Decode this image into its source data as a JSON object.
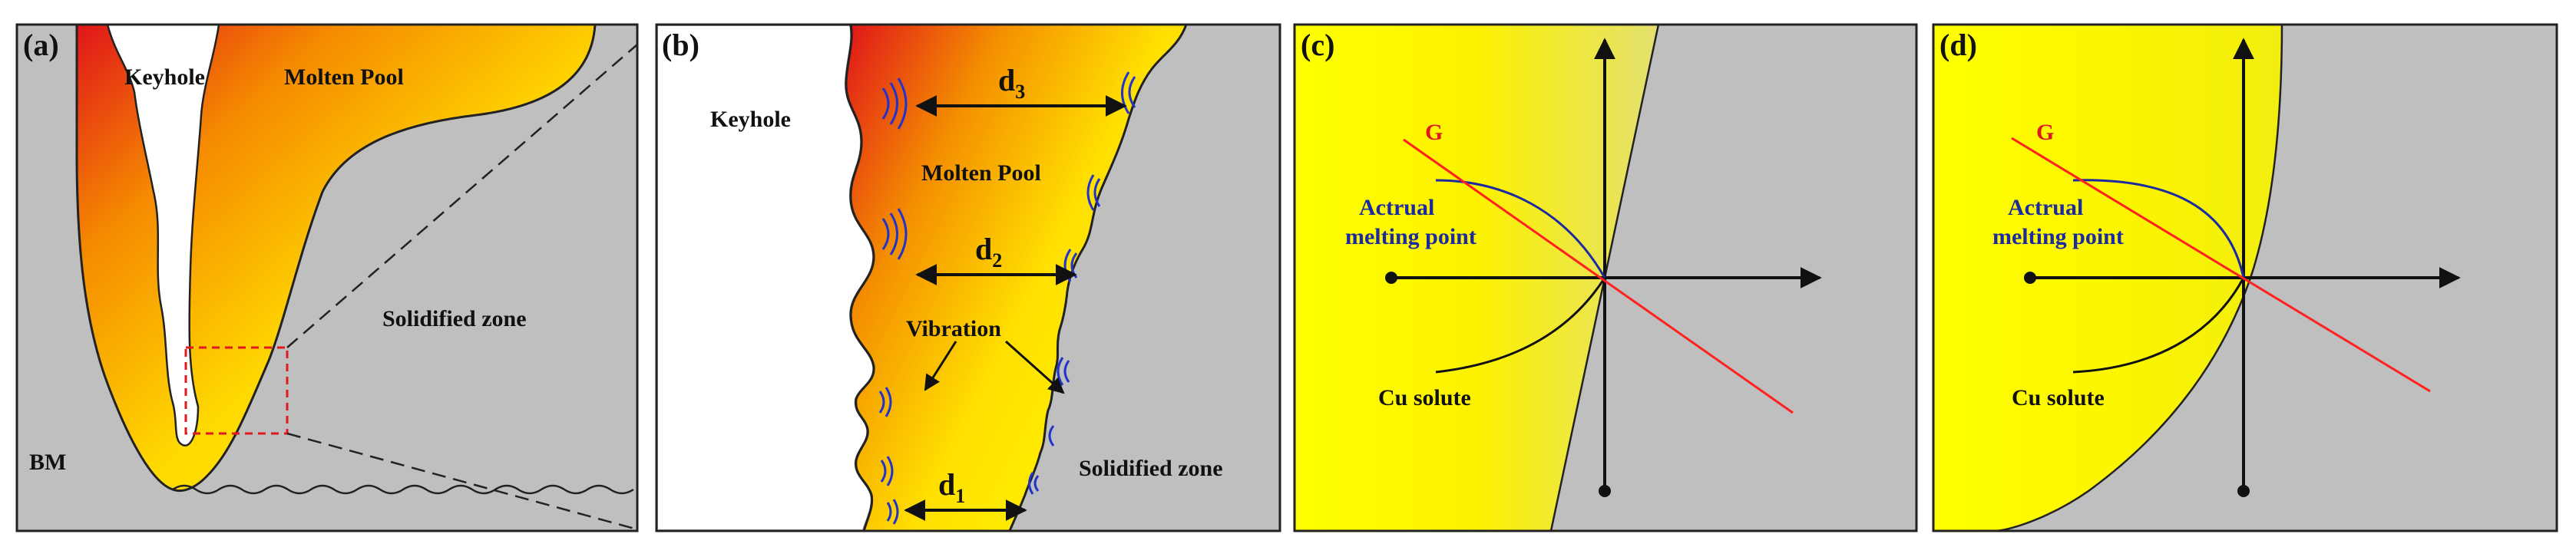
{
  "colors": {
    "background_gray": "#bfbfbf",
    "hot": "#e0141a",
    "mid": "#f5a000",
    "cool": "#fffa00",
    "g_line": "#ff2020",
    "melting_curve": "#1b2a9e",
    "vibration_arcs": "#2233cc",
    "zoom_box": "#e0191f"
  },
  "panel_a": {
    "letter": "(a)",
    "keyhole": "Keyhole",
    "molten_pool": "Molten Pool",
    "solidified_zone": "Solidified zone",
    "bm": "BM"
  },
  "panel_b": {
    "letter": "(b)",
    "keyhole": "Keyhole",
    "molten_pool": "Molten Pool",
    "vibration": "Vibration",
    "solidified_zone": "Solidified zone",
    "d3_main": "d",
    "d3_sub": "3",
    "d2_main": "d",
    "d2_sub": "2",
    "d1_main": "d",
    "d1_sub": "1"
  },
  "panel_c": {
    "letter": "(c)",
    "g_label": "G",
    "melting_line1": "Actrual",
    "melting_line2": "melting point",
    "cu_solute": "Cu solute"
  },
  "panel_d": {
    "letter": "(d)",
    "g_label": "G",
    "melting_line1": "Actrual",
    "melting_line2": "melting point",
    "cu_solute": "Cu solute"
  }
}
